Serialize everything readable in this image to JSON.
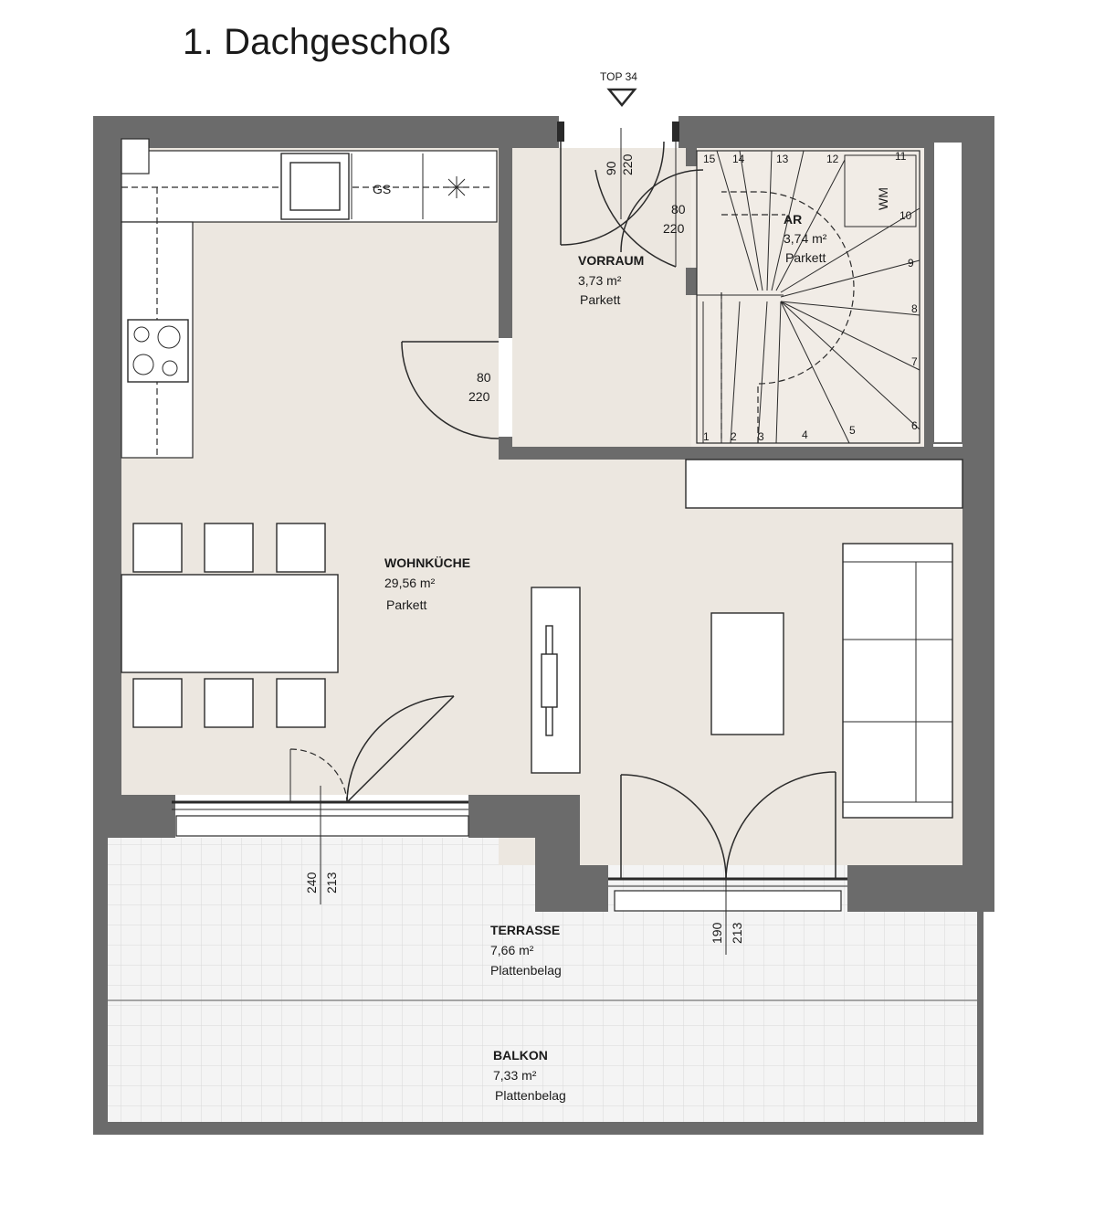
{
  "title": "1. Dachgeschoß",
  "entrance": {
    "label": "TOP 34"
  },
  "rooms": {
    "vorraum": {
      "name": "VORRAUM",
      "area": "3,73 m²",
      "floor": "Parkett"
    },
    "ar": {
      "name": "AR",
      "area": "3,74 m²",
      "floor": "Parkett"
    },
    "wohnkueche": {
      "name": "WOHNKÜCHE",
      "area": "29,56 m²",
      "floor": "Parkett"
    },
    "terrasse": {
      "name": "TERRASSE",
      "area": "7,66 m²",
      "floor": "Plattenbelag"
    },
    "balkon": {
      "name": "BALKON",
      "area": "7,33 m²",
      "floor": "Plattenbelag"
    }
  },
  "appliances": {
    "gs": "GS",
    "wm": "WM"
  },
  "doors": {
    "entrance": {
      "width": "90",
      "height": "220"
    },
    "ar_door": {
      "width": "80",
      "height": "220"
    },
    "living_door": {
      "width": "80",
      "height": "220"
    },
    "terrace_left": {
      "width": "240",
      "height": "213"
    },
    "terrace_right": {
      "width": "190",
      "height": "213"
    }
  },
  "stairs": {
    "steps": [
      "1",
      "2",
      "3",
      "4",
      "5",
      "6",
      "7",
      "8",
      "9",
      "10",
      "11",
      "12",
      "13",
      "14",
      "15"
    ]
  },
  "colors": {
    "wall": "#6b6b6b",
    "floor": "#ece7e0",
    "paving": "#f4f4f4",
    "line": "#2a2a2a"
  }
}
